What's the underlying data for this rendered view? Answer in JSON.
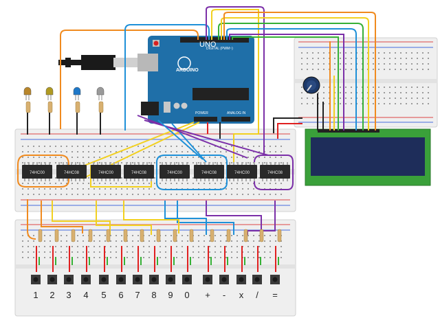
{
  "arduino": {
    "brand": "ARDUINO",
    "model": "UNO",
    "digital_header": "DIGITAL (PWM~)",
    "power_header": "POWER",
    "analog_header": "ANALOG IN"
  },
  "chips": [
    {
      "label": "74HC00"
    },
    {
      "label": "74HC08"
    },
    {
      "label": "74HC00"
    },
    {
      "label": "74HC08"
    },
    {
      "label": "74HC00"
    },
    {
      "label": "74HC08"
    },
    {
      "label": "74HC00"
    },
    {
      "label": "74HC08"
    }
  ],
  "keypad": {
    "keys": [
      "1",
      "2",
      "3",
      "4",
      "5",
      "6",
      "7",
      "8",
      "9",
      "0",
      "+",
      "-",
      "x",
      "/",
      "="
    ]
  },
  "leds": [
    {
      "color": "#b8862b"
    },
    {
      "color": "#b09a22"
    },
    {
      "color": "#1e78c8"
    },
    {
      "color": "#9a9a9a"
    }
  ],
  "palette": {
    "board_blue": "#1f6fa8",
    "breadboard": "#f0f0f0",
    "lcd_frame": "#3aa03a",
    "lcd_screen": "#1e2d5a",
    "chip_body": "#2a2a2a",
    "wire_orange": "#f08a1e",
    "wire_yellow": "#f2d020",
    "wire_blue": "#1e90d8",
    "wire_purple": "#7b2fa8",
    "wire_red": "#e02020",
    "wire_green": "#36b036",
    "wire_black": "#222222"
  }
}
